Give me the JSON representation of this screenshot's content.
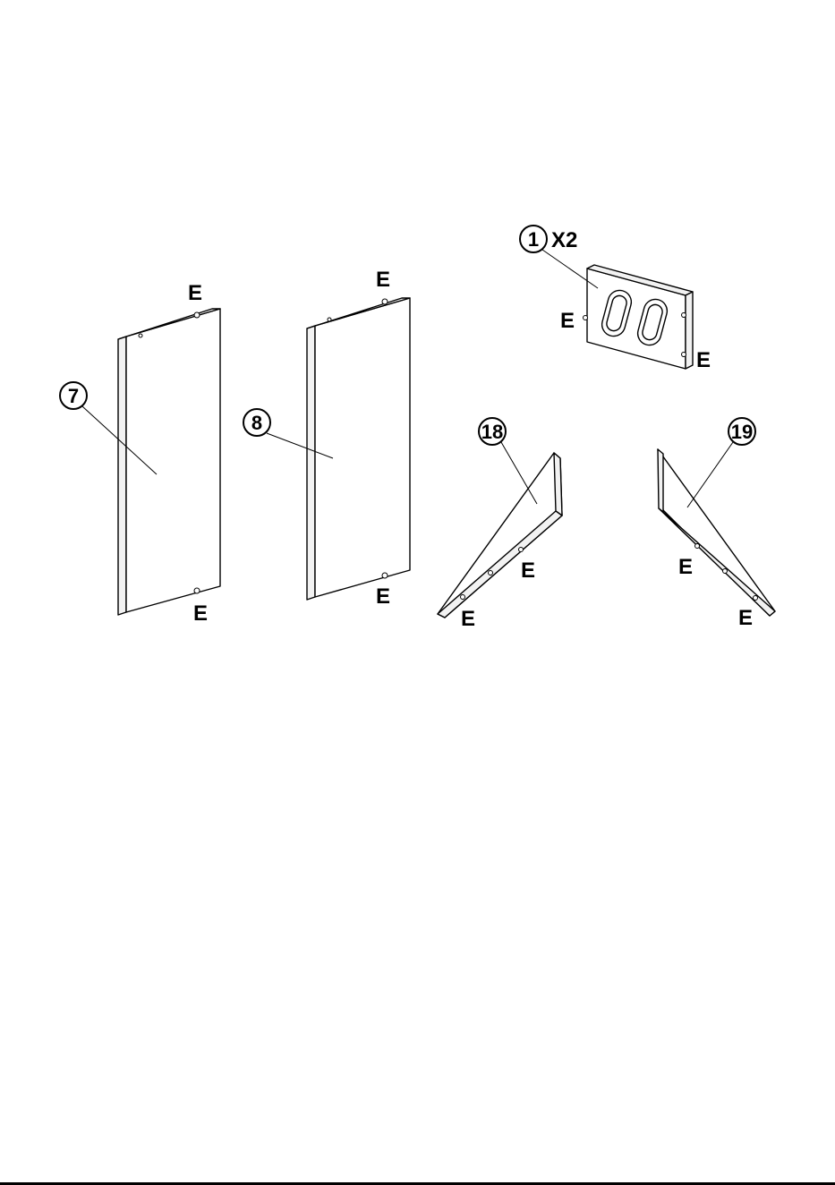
{
  "parts": {
    "p7": {
      "number": "7",
      "pin_top": "E",
      "pin_bottom": "E"
    },
    "p8": {
      "number": "8",
      "pin_top": "E",
      "pin_bottom": "E"
    },
    "p1": {
      "number": "1",
      "quantity": "X2",
      "pin_left": "E",
      "pin_right": "E"
    },
    "p18": {
      "number": "18",
      "pin_a": "E",
      "pin_b": "E"
    },
    "p19": {
      "number": "19",
      "pin_a": "E",
      "pin_b": "E"
    }
  }
}
